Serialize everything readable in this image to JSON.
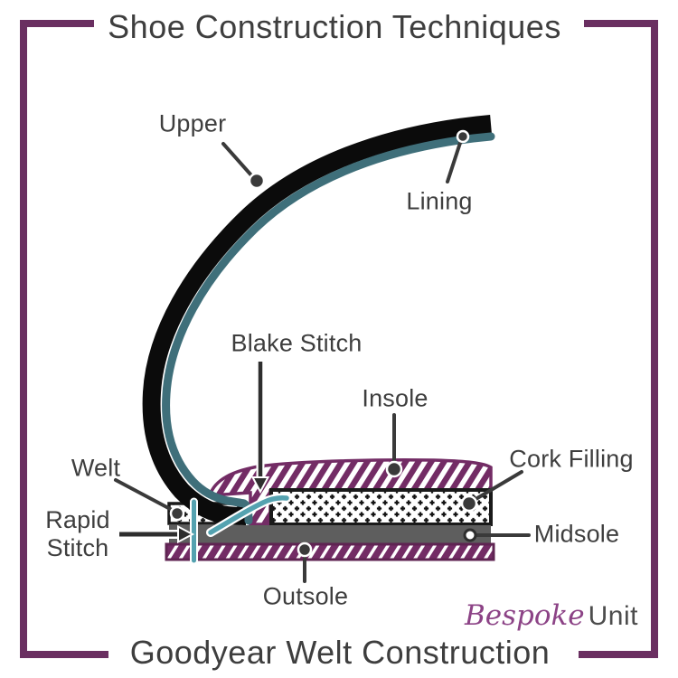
{
  "header": {
    "title": "Shoe Construction Techniques"
  },
  "footer": {
    "title": "Goodyear Welt Construction"
  },
  "brand": {
    "script": "Bespoke",
    "plain": "Unit"
  },
  "diagram": {
    "labels": {
      "upper": "Upper",
      "lining": "Lining",
      "blake_stitch": "Blake Stitch",
      "insole": "Insole",
      "cork_filling": "Cork Filling",
      "welt": "Welt",
      "rapid_line1": "Rapid",
      "rapid_line2": "Stitch",
      "midsole": "Midsole",
      "outsole": "Outsole"
    }
  },
  "colors": {
    "frame": "#6a2f61",
    "purple": "#732c65",
    "purple-dark": "#5f2452",
    "upper": "#0b0b0b",
    "lining": "#3f6f7a",
    "stitch": "#54a2b0",
    "midsole": "#5e5e5e",
    "ink": "#3a3a3a",
    "label": "#3e3e3e",
    "cork-mark": "#141414",
    "brand-script": "#8c4386",
    "brand-plain": "#4d4d4d"
  }
}
